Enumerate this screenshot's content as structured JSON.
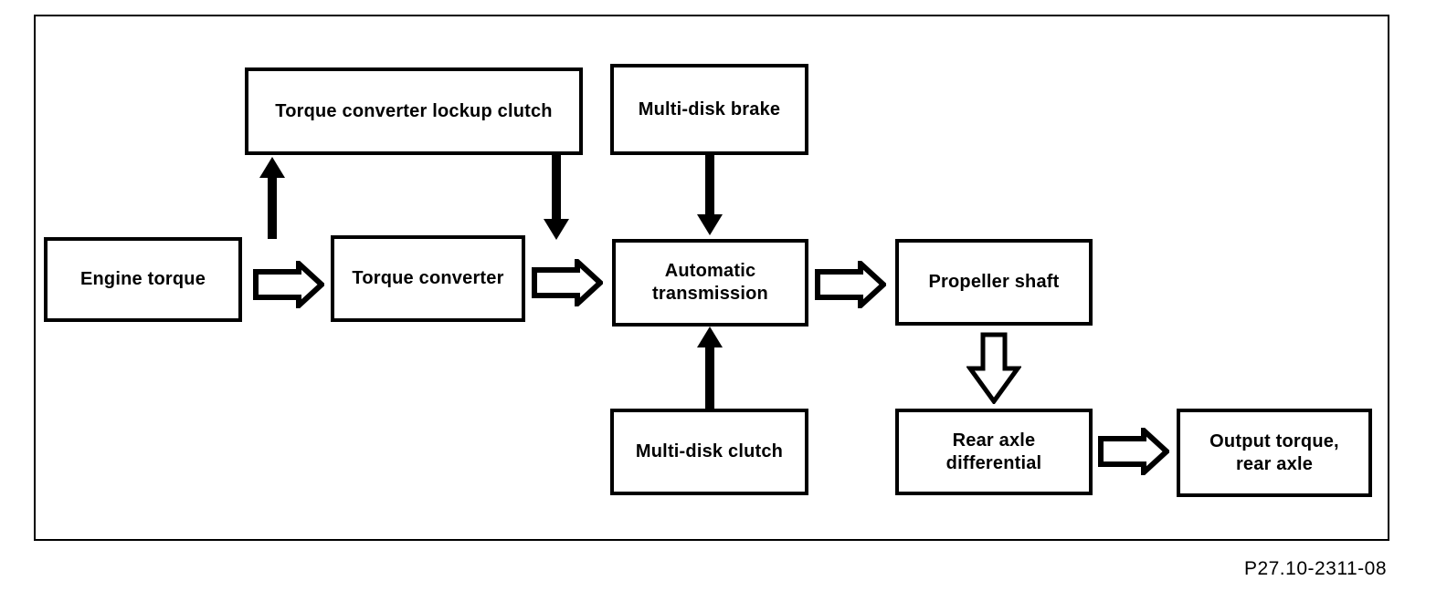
{
  "diagram": {
    "code_label": "P27.10-2311-08",
    "colors": {
      "ink": "#000000",
      "background": "#ffffff"
    },
    "nodes": {
      "engine_torque": {
        "label": "Engine torque"
      },
      "torque_converter_lockup_clutch": {
        "label": "Torque converter lockup clutch"
      },
      "torque_converter": {
        "label": "Torque converter"
      },
      "multi_disk_brake": {
        "label": "Multi-disk brake"
      },
      "automatic_transmission": {
        "label": "Automatic transmission"
      },
      "multi_disk_clutch": {
        "label": "Multi-disk clutch"
      },
      "propeller_shaft": {
        "label": "Propeller shaft"
      },
      "rear_axle_differential": {
        "label": "Rear axle differential"
      },
      "output_torque_rear_axle": {
        "label": "Output torque, rear axle"
      }
    },
    "edges": [
      {
        "from": "engine_torque",
        "to": "torque_converter",
        "style": "hollow-right"
      },
      {
        "from": "torque_converter",
        "to": "automatic_transmission",
        "style": "hollow-right"
      },
      {
        "from": "automatic_transmission",
        "to": "propeller_shaft",
        "style": "hollow-right"
      },
      {
        "from": "rear_axle_differential",
        "to": "output_torque_rear_axle",
        "style": "hollow-right"
      },
      {
        "from": "torque_converter_area",
        "to": "torque_converter_lockup_clutch",
        "style": "solid-up"
      },
      {
        "from": "torque_converter_lockup_clutch",
        "to": "torque_converter_area",
        "style": "solid-down"
      },
      {
        "from": "multi_disk_brake",
        "to": "automatic_transmission",
        "style": "solid-down"
      },
      {
        "from": "multi_disk_clutch",
        "to": "automatic_transmission",
        "style": "solid-up"
      },
      {
        "from": "propeller_shaft",
        "to": "rear_axle_differential",
        "style": "hollow-down"
      }
    ]
  }
}
